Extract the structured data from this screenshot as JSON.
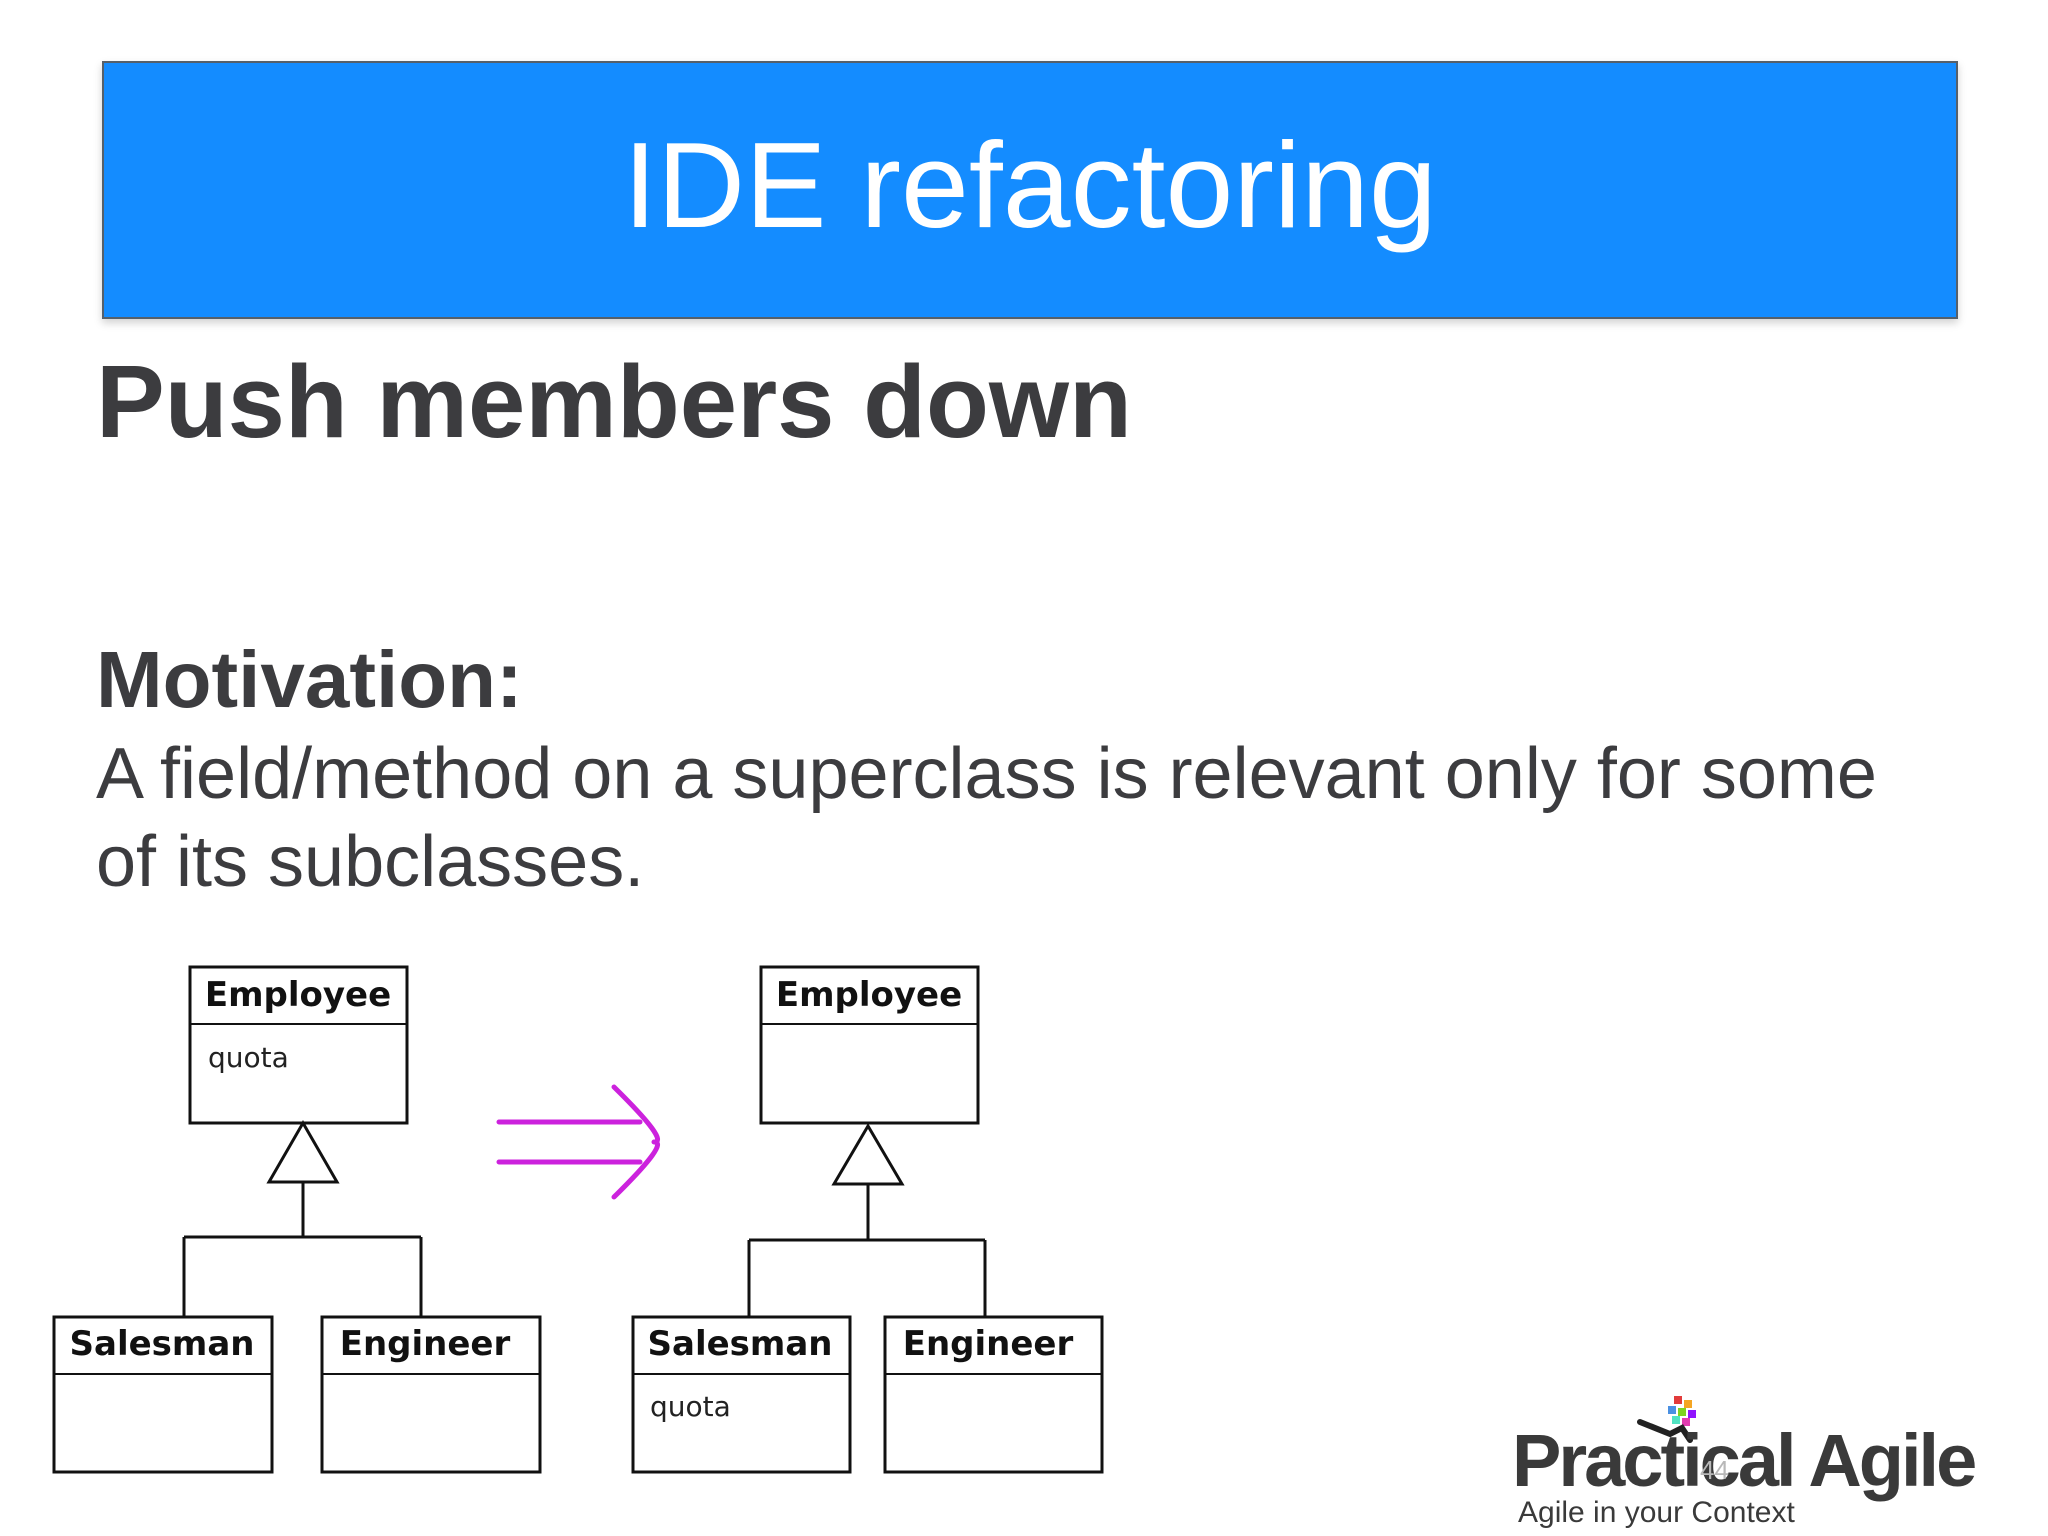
{
  "slide": {
    "title": "IDE refactoring",
    "subtitle": "Push members down",
    "motivation_heading": "Motivation:",
    "motivation_text": "A field/method on a superclass is relevant only for some of its subclasses.",
    "page_number": "44"
  },
  "diagram": {
    "before": {
      "superclass": {
        "name": "Employee",
        "attributes": [
          "quota"
        ]
      },
      "subclasses": [
        {
          "name": "Salesman",
          "attributes": []
        },
        {
          "name": "Engineer",
          "attributes": []
        }
      ]
    },
    "after": {
      "superclass": {
        "name": "Employee",
        "attributes": []
      },
      "subclasses": [
        {
          "name": "Salesman",
          "attributes": [
            "quota"
          ]
        },
        {
          "name": "Engineer",
          "attributes": []
        }
      ]
    },
    "arrow_color": "#cc22dd"
  },
  "logo": {
    "word": "Practical Agile",
    "tagline": "Agile in your Context"
  },
  "colors": {
    "banner": "#148cff",
    "text": "#3c3c3f"
  }
}
